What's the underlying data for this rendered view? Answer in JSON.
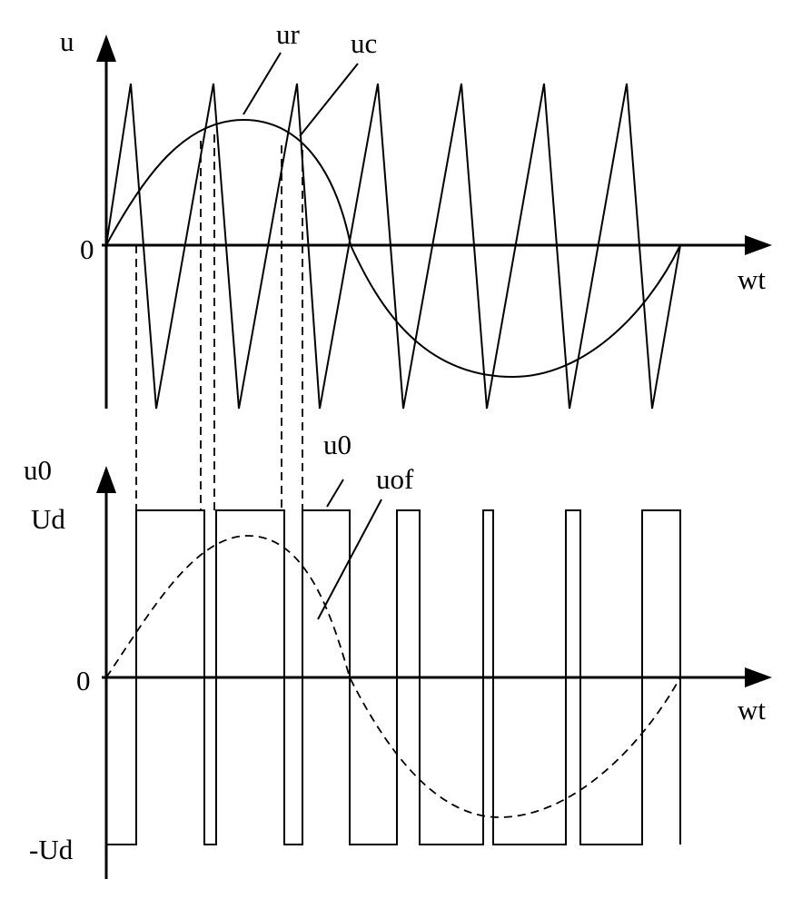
{
  "upper": {
    "y_axis_label": "u",
    "x_axis_label": "wt",
    "origin_label": "0",
    "reference_label": "ur",
    "carrier_label": "uc"
  },
  "lower": {
    "y_axis_label": "u0",
    "x_axis_label": "wt",
    "origin_label": "0",
    "high_level_label": "Ud",
    "low_level_label": "-Ud",
    "pulse_label": "u0",
    "fundamental_label": "uof"
  }
}
